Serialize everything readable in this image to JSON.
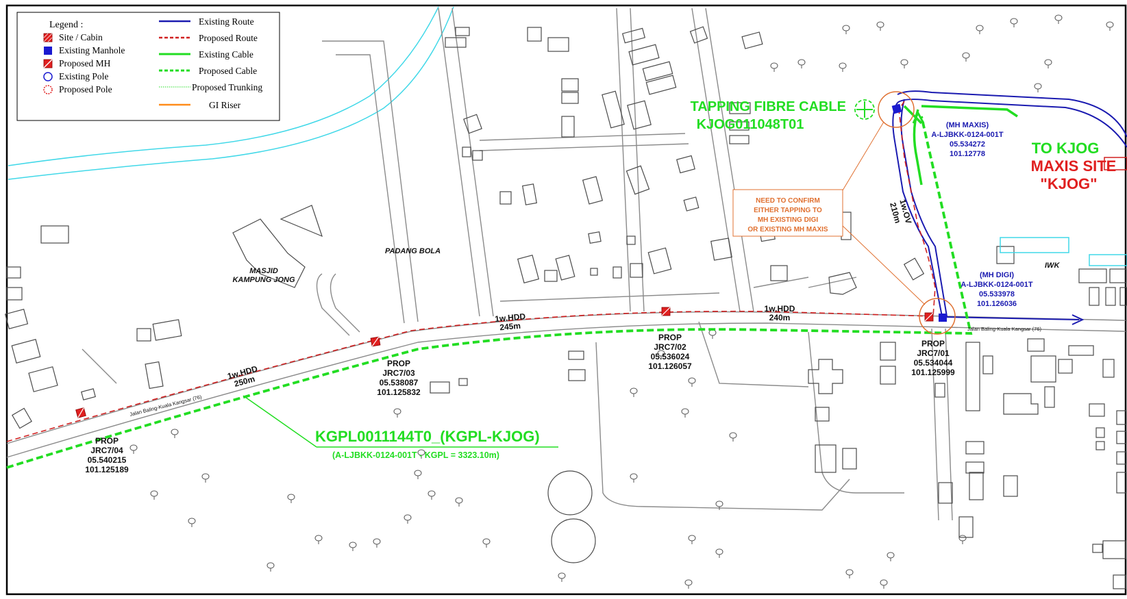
{
  "legend": {
    "title": "Legend :",
    "symbols": [
      {
        "label": "Site / Cabin",
        "icon": "site-cabin-icon",
        "color": "#e02020"
      },
      {
        "label": "Existing Manhole",
        "icon": "existing-manhole-icon",
        "color": "#1a1ad0"
      },
      {
        "label": "Proposed MH",
        "icon": "proposed-mh-icon",
        "color": "#e02020"
      },
      {
        "label": "Existing Pole",
        "icon": "existing-pole-icon",
        "color": "#1a1ad0"
      },
      {
        "label": "Proposed Pole",
        "icon": "proposed-pole-icon",
        "color": "#e02020"
      }
    ],
    "lines": [
      {
        "label": "Existing Route",
        "style": "solid",
        "color": "#1a1ab0"
      },
      {
        "label": "Proposed Route",
        "style": "dashed",
        "color": "#d02020"
      },
      {
        "label": "Existing Cable",
        "style": "solid",
        "color": "#22dd22"
      },
      {
        "label": "Proposed Cable",
        "style": "dashed",
        "color": "#22dd22"
      },
      {
        "label": "Proposed Trunking",
        "style": "dotted",
        "color": "#22dd22"
      },
      {
        "label": "GI Riser",
        "style": "solid",
        "color": "#ff8c1a"
      }
    ]
  },
  "places": {
    "padang_bola": "PADANG BOLA",
    "masjid_line1": "MASJID",
    "masjid_line2": "KAMPUNG JONG",
    "iwk": "IWK",
    "road_name": "Jalan Baling-Kuala Kangsar (76)"
  },
  "tapping": {
    "line1": "TAPPING FIBRE CABLE",
    "line2": "KJOG011048T01"
  },
  "maxis_site": {
    "to": "TO KJOG",
    "line1": "MAXIS SITE",
    "line2": "\"KJOG\""
  },
  "note": {
    "line1": "NEED TO CONFIRM",
    "line2": "EITHER TAPPING TO",
    "line3": "MH EXISTING DIGI",
    "line4": "OR EXISTING MH MAXIS"
  },
  "mh_maxis": {
    "title": "(MH MAXIS)",
    "id": "A-LJBKK-0124-001T",
    "lat": "05.534272",
    "lon": "101.12778"
  },
  "mh_digi": {
    "title": "(MH DIGI)",
    "id": "A-LJBKK-0124-001T",
    "lat": "05.533978",
    "lon": "101.126036"
  },
  "segments": [
    {
      "method": "1w.HDD",
      "length": "250m"
    },
    {
      "method": "1w.HDD",
      "length": "245m"
    },
    {
      "method": "1w.HDD",
      "length": "240m"
    },
    {
      "method": "1w.OV",
      "length": "210m"
    }
  ],
  "props": [
    {
      "prefix": "PROP",
      "id": "JRC7/04",
      "lat": "05.540215",
      "lon": "101.125189"
    },
    {
      "prefix": "PROP",
      "id": "JRC7/03",
      "lat": "05.538087",
      "lon": "101.125832"
    },
    {
      "prefix": "PROP",
      "id": "JRC7/02",
      "lat": "05.536024",
      "lon": "101.126057"
    },
    {
      "prefix": "PROP",
      "id": "JRC7/01",
      "lat": "05.534044",
      "lon": "101.125999"
    }
  ],
  "cable": {
    "name": "KGPL0011144T0_(KGPL-KJOG)",
    "detail": "(A-LJBKK-0124-001T - KGPL = 3323.10m)"
  },
  "colors": {
    "existing_route": "#1a1ab0",
    "proposed_route": "#d02020",
    "cable": "#22dd22",
    "note": "#e07030",
    "river": "#40d8e8"
  }
}
